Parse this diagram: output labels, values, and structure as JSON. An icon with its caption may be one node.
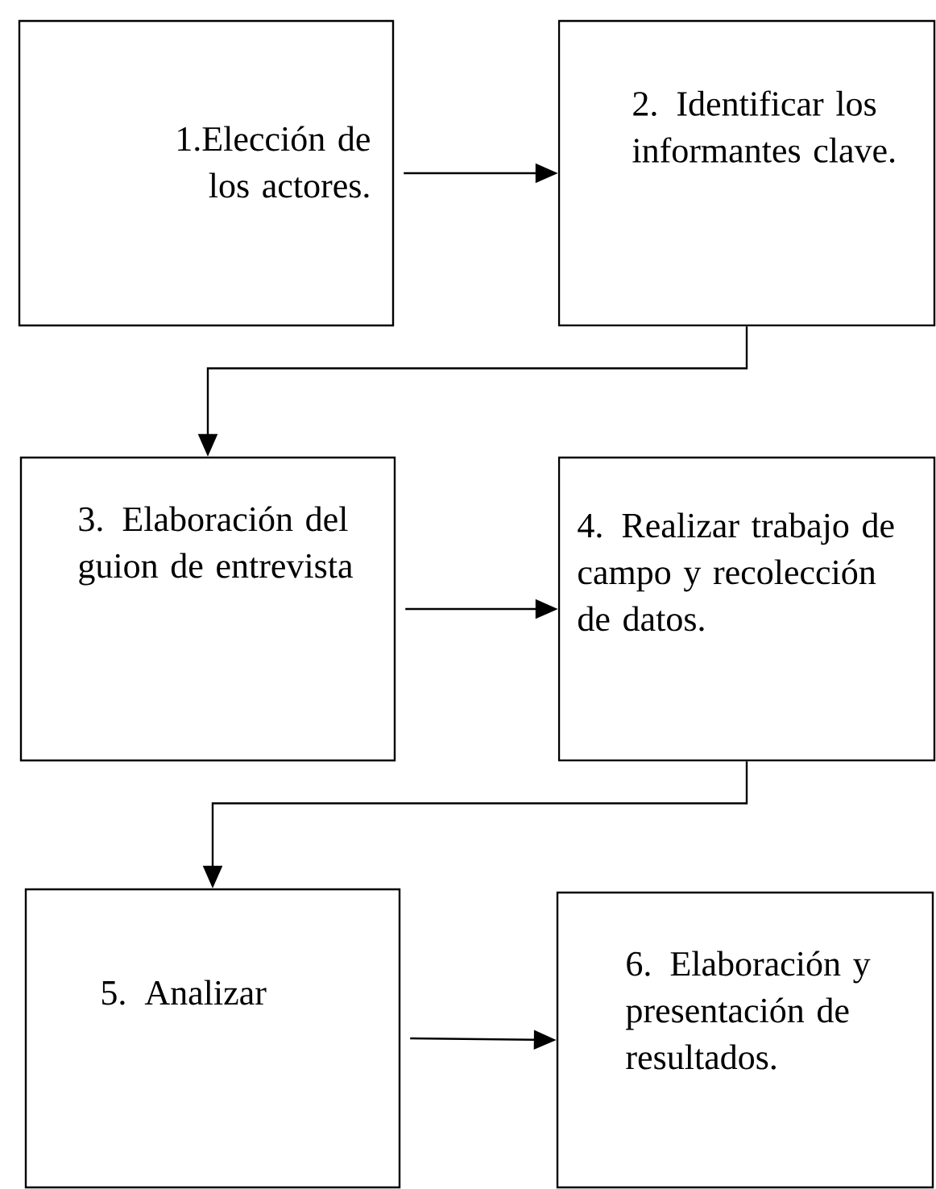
{
  "diagram": {
    "nodes": [
      {
        "text": [
          "1.Elección de los actores."
        ]
      },
      {
        "text": [
          "2. Identificar los informantes clave."
        ]
      },
      {
        "text": [
          "3. Elaboración del guion de entrevista"
        ]
      },
      {
        "text": [
          "4. Realizar trabajo de campo y recolección de datos."
        ]
      },
      {
        "text": [
          "5. Analizar"
        ]
      },
      {
        "text": [
          "6. Elaboración y presentación de resultados."
        ]
      }
    ],
    "edges": [
      {
        "from": 0,
        "to": 1,
        "arrow": "to"
      },
      {
        "from": 1,
        "to": 2,
        "arrow": "to"
      },
      {
        "from": 2,
        "to": 3,
        "arrow": "to"
      },
      {
        "from": 3,
        "to": 4,
        "arrow": "to"
      },
      {
        "from": 4,
        "to": 5,
        "arrow": "to"
      }
    ]
  }
}
